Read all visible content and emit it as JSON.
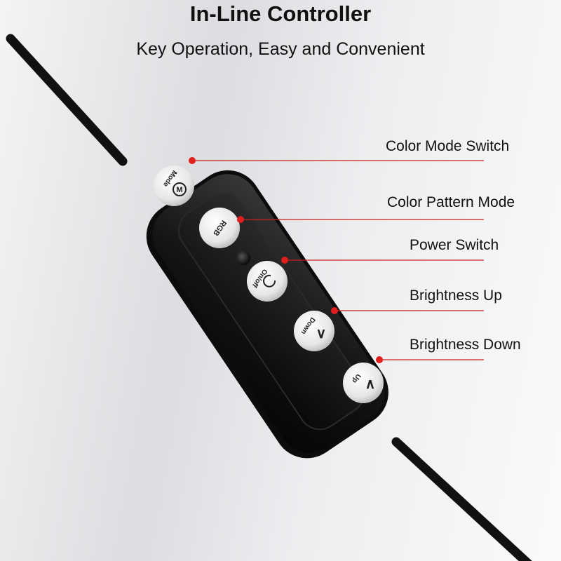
{
  "header": {
    "title": "In-Line Controller",
    "subtitle": "Key Operation, Easy and Convenient"
  },
  "callouts": [
    {
      "label": "Color Mode Switch"
    },
    {
      "label": "Color Pattern Mode"
    },
    {
      "label": "Power Switch"
    },
    {
      "label": "Brightness Up"
    },
    {
      "label": "Brightness Down"
    }
  ],
  "buttons": {
    "mode": {
      "text": "Mode",
      "symbol": "M"
    },
    "color": {
      "text": "RGB"
    },
    "power": {
      "text": "On/off"
    },
    "down": {
      "text": "Down",
      "symbol": "∨"
    },
    "up": {
      "text": "Up",
      "symbol": "∧"
    }
  },
  "colors": {
    "leader_line": "#cc1f1f",
    "leader_dot": "#e01e1e",
    "controller_body": "#1a1a1a",
    "button_face": "#ececec"
  }
}
